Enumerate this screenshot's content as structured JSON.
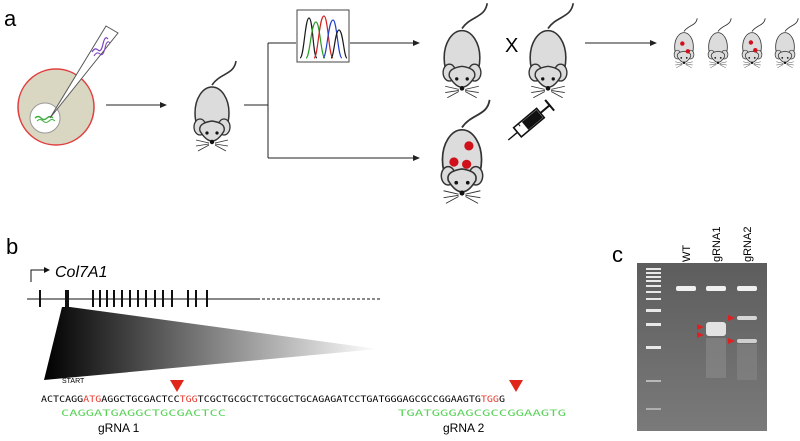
{
  "panels": {
    "a": "a",
    "b": "b",
    "c": "c"
  },
  "cross_symbol": "X",
  "gene": {
    "name": "Col7A1"
  },
  "sequence": {
    "start_label": "START",
    "seg1": "ACTCAGG",
    "start_codon": "ATG",
    "seg2": "AGGCTGCGACTCC",
    "pam1": "TGG",
    "seg3": "TCGCTGCGCTCTGCGCTGCAGAGATCCTGATGGGAGCGCCGGAAGTG",
    "pam2": "TGG",
    "seg4": "G",
    "guide1": "CAGGATGAGGCTGCGACTCC",
    "guide2": "TGATGGGAGCGCCGGAAGTG"
  },
  "guides": {
    "g1_label": "gRNA 1",
    "g2_label": "gRNA 2"
  },
  "gel": {
    "lanes": [
      "WT",
      "gRNA1",
      "gRNA2"
    ]
  },
  "colors": {
    "pam_red": "#e8392b",
    "guide_green": "#5bd35b",
    "mouse_body": "#dcdcdc",
    "tumor_red": "#d0101a",
    "gel_bg": "#6e6e6e"
  }
}
